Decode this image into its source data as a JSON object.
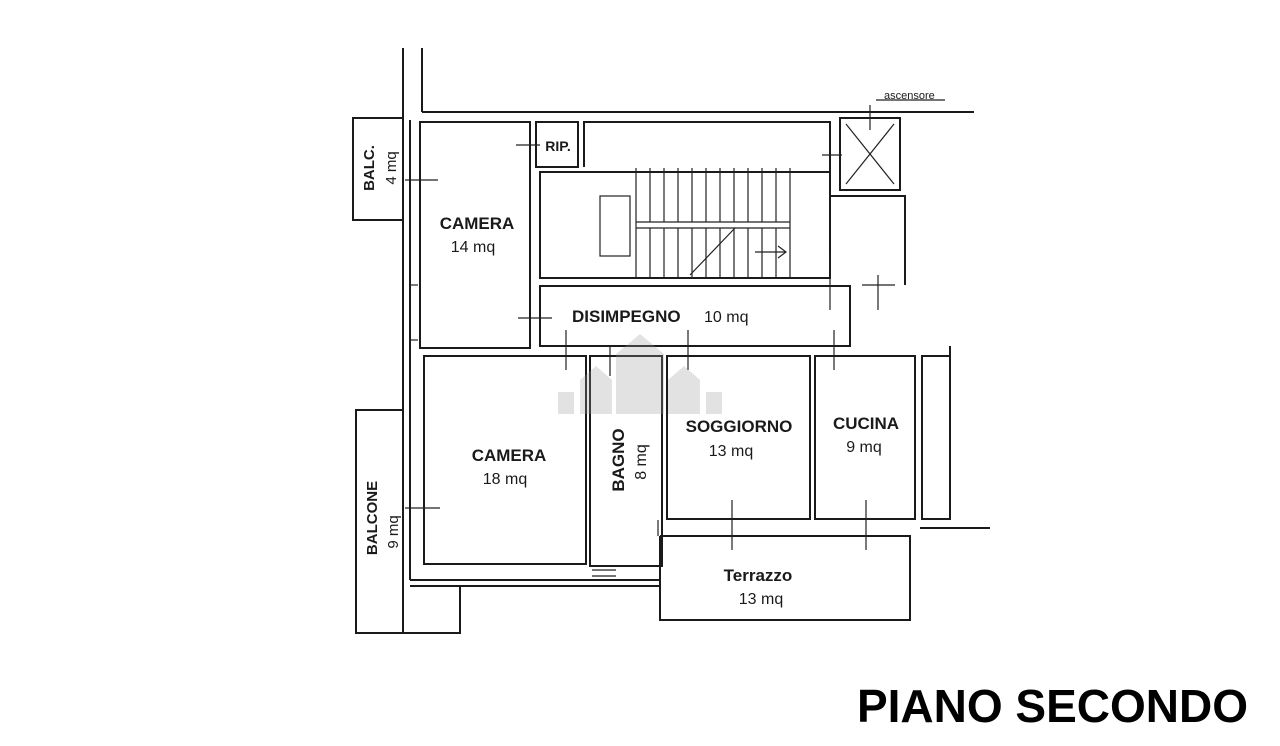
{
  "rooms": {
    "camera_top": {
      "name": "CAMERA",
      "area": "14 mq"
    },
    "camera_bottom": {
      "name": "CAMERA",
      "area": "18 mq"
    },
    "balcony_small": {
      "name": "BALC.",
      "area": "4 mq"
    },
    "balcony_large": {
      "name": "BALCONE",
      "area": "9 mq"
    },
    "storage": {
      "name": "RIP."
    },
    "corridor": {
      "name": "DISIMPEGNO",
      "area": "10 mq"
    },
    "bathroom": {
      "name": "BAGNO",
      "area": "8 mq"
    },
    "living": {
      "name": "SOGGIORNO",
      "area": "13 mq"
    },
    "kitchen": {
      "name": "CUCINA",
      "area": "9 mq"
    },
    "terrace": {
      "name": "Terrazzo",
      "area": "13 mq"
    },
    "elevator": {
      "label": "ascensore"
    }
  },
  "floor_title": "PIANO SECONDO"
}
